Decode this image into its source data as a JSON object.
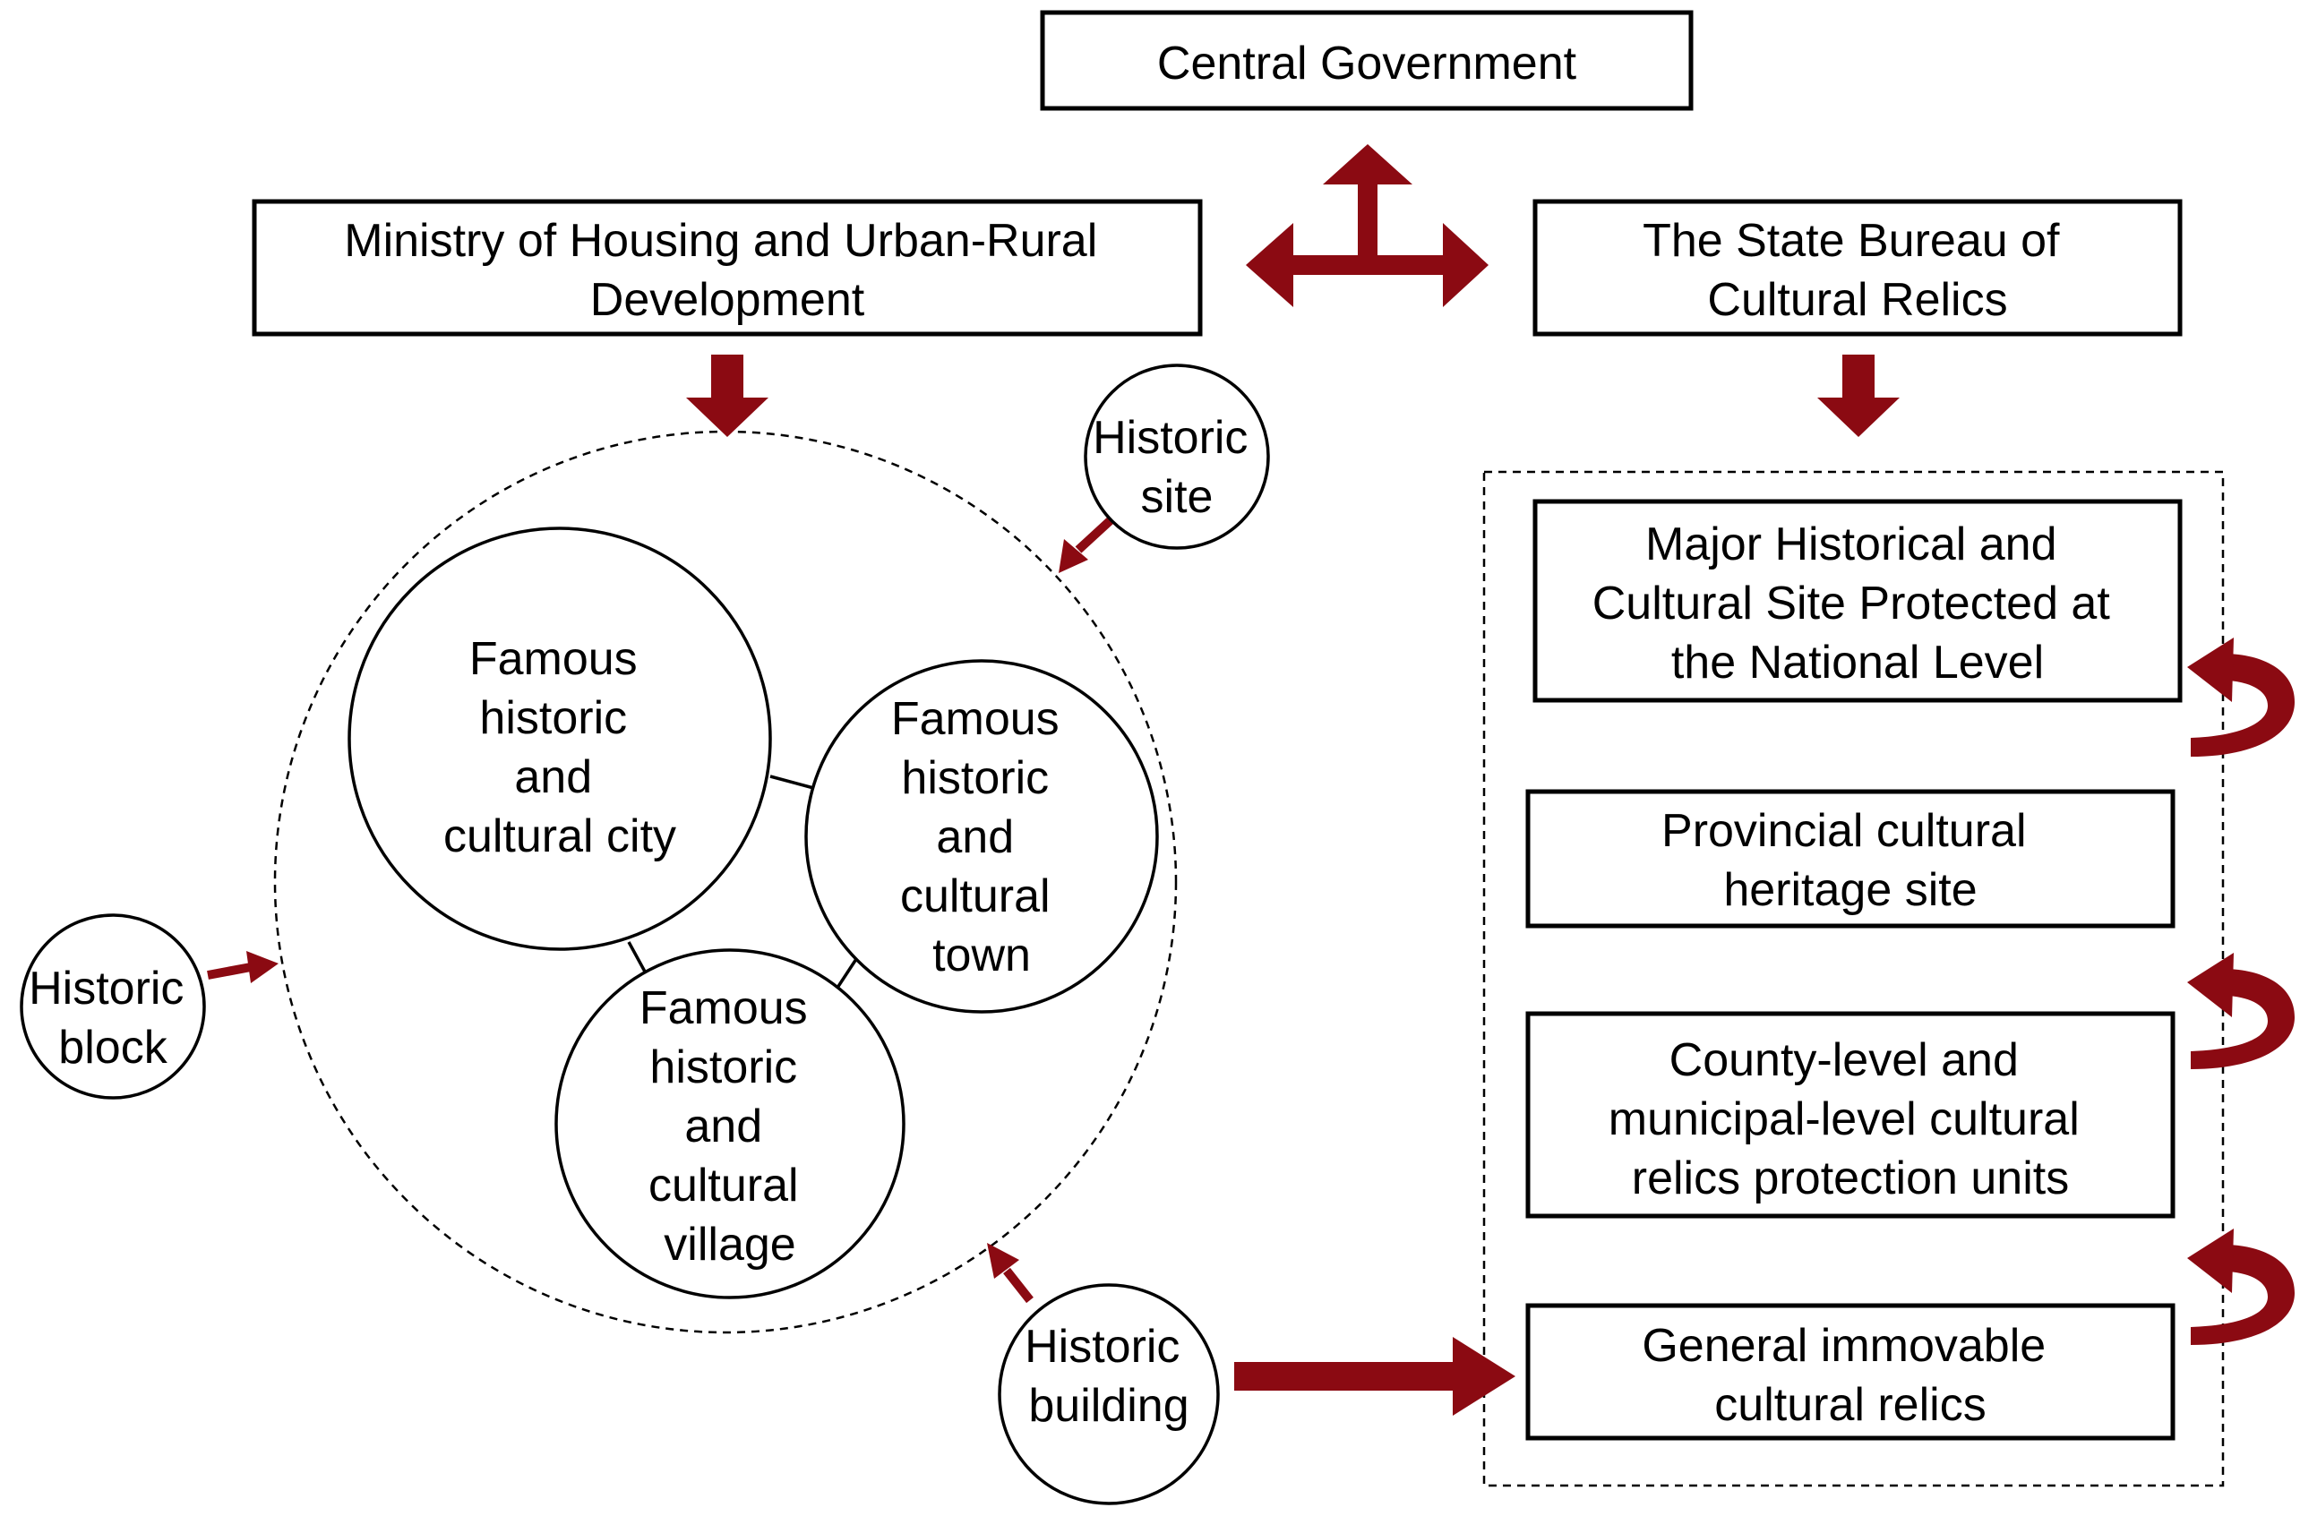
{
  "colors": {
    "arrow": "#8b0a12",
    "line": "#000000",
    "background": "#ffffff"
  },
  "nodes": {
    "central_government": "Central Government",
    "ministry": [
      "Ministry of Housing and Urban-Rural",
      "Development"
    ],
    "state_bureau": [
      "The State Bureau of",
      "Cultural Relics"
    ],
    "famous_city": [
      "Famous",
      "historic",
      "and",
      "cultural city"
    ],
    "famous_town": [
      "Famous",
      "historic",
      "and",
      "cultural",
      "town"
    ],
    "famous_village": [
      "Famous",
      "historic",
      "and",
      "cultural",
      "village"
    ],
    "historic_site": [
      "Historic",
      "site"
    ],
    "historic_block": [
      "Historic",
      "block"
    ],
    "historic_building": [
      "Historic",
      "building"
    ],
    "national_level": [
      "Major Historical and",
      "Cultural Site Protected at",
      "the National Level"
    ],
    "provincial": [
      "Provincial cultural",
      "heritage site"
    ],
    "county_municipal": [
      "County-level and",
      "municipal-level cultural",
      "relics protection units"
    ],
    "general_immovable": [
      "General immovable",
      "cultural relics"
    ]
  }
}
